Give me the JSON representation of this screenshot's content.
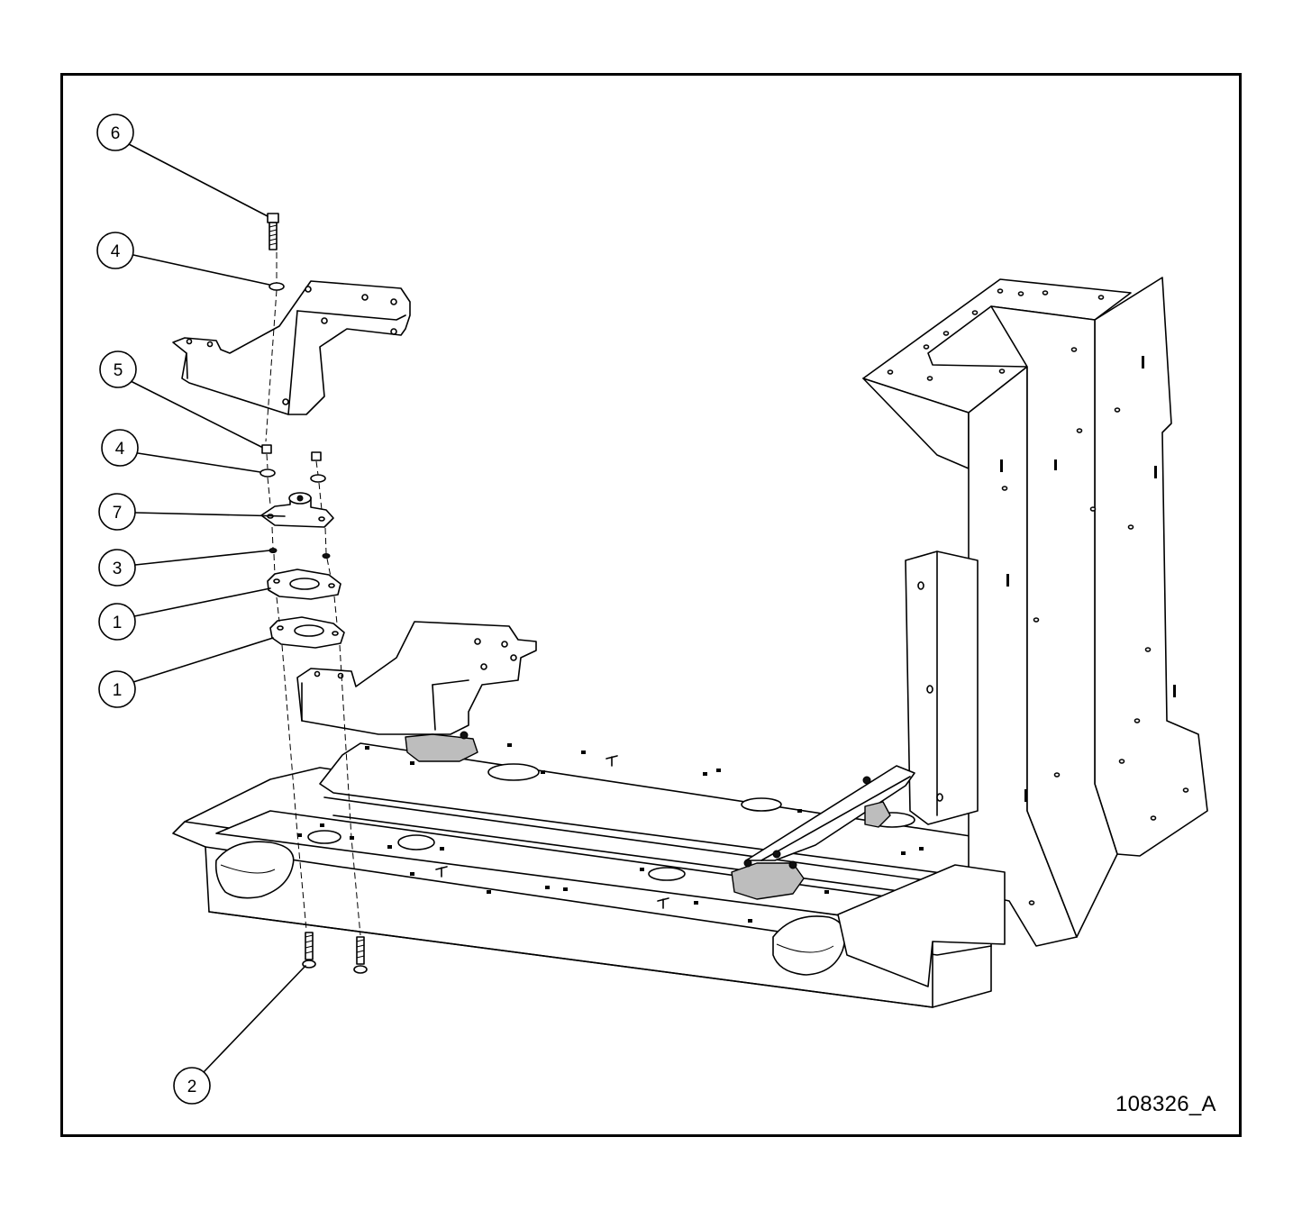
{
  "document_number": "108326_A",
  "callouts": [
    {
      "id": "callout-6-top",
      "label": "6"
    },
    {
      "id": "callout-4-upper",
      "label": "4"
    },
    {
      "id": "callout-5",
      "label": "5"
    },
    {
      "id": "callout-4-lower",
      "label": "4"
    },
    {
      "id": "callout-7",
      "label": "7"
    },
    {
      "id": "callout-3",
      "label": "3"
    },
    {
      "id": "callout-1-upper",
      "label": "1"
    },
    {
      "id": "callout-1-lower",
      "label": "1"
    },
    {
      "id": "callout-2",
      "label": "2"
    }
  ]
}
